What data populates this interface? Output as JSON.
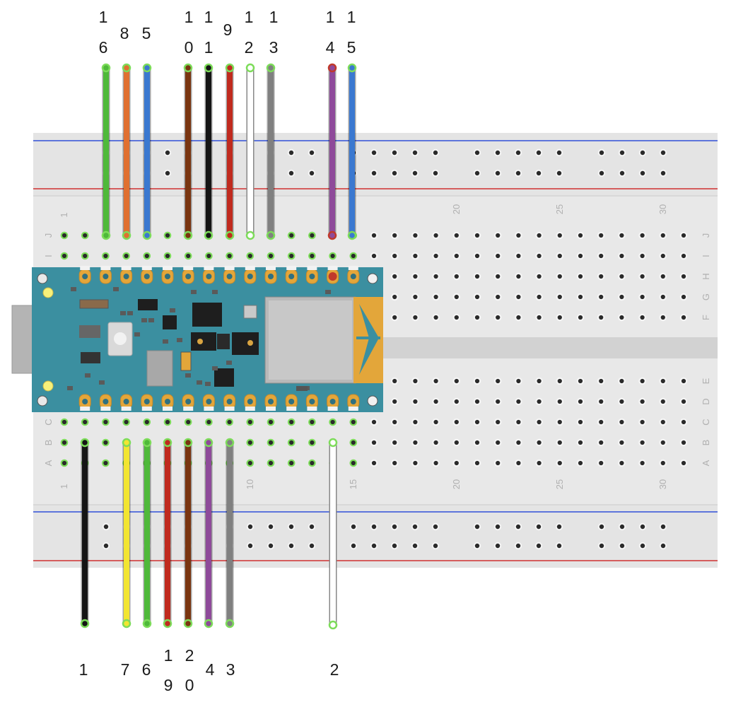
{
  "breadboard": {
    "row_letters_top": [
      "J",
      "I",
      "H",
      "G",
      "F"
    ],
    "row_letters_bottom": [
      "E",
      "D",
      "C",
      "B",
      "A"
    ],
    "column_numbers": [
      "1",
      "10",
      "15",
      "20",
      "25",
      "30"
    ]
  },
  "wires": {
    "top": [
      {
        "label": "16",
        "color": "#4fb93a"
      },
      {
        "label": "8",
        "color": "#e07030"
      },
      {
        "label": "5",
        "color": "#3a78d0"
      },
      {
        "label": "10",
        "color": "#7a3510"
      },
      {
        "label": "11",
        "color": "#151515"
      },
      {
        "label": "9",
        "color": "#c02a1e"
      },
      {
        "label": "12",
        "color": "#ffffff"
      },
      {
        "label": "13",
        "color": "#808080"
      },
      {
        "label": "14",
        "color": "#8e4a9a"
      },
      {
        "label": "15",
        "color": "#3a78d0"
      }
    ],
    "bottom": [
      {
        "label": "1",
        "color": "#151515"
      },
      {
        "label": "7",
        "color": "#f2e531"
      },
      {
        "label": "6",
        "color": "#4fb93a"
      },
      {
        "label": "19",
        "color": "#c02a1e"
      },
      {
        "label": "20",
        "color": "#7a3510"
      },
      {
        "label": "4",
        "color": "#8e4a9a"
      },
      {
        "label": "3",
        "color": "#808080"
      },
      {
        "label": "2",
        "color": "#ffffff"
      }
    ]
  },
  "board": {
    "color": "#3b8fa0",
    "pad_color": "#e3a63a"
  }
}
